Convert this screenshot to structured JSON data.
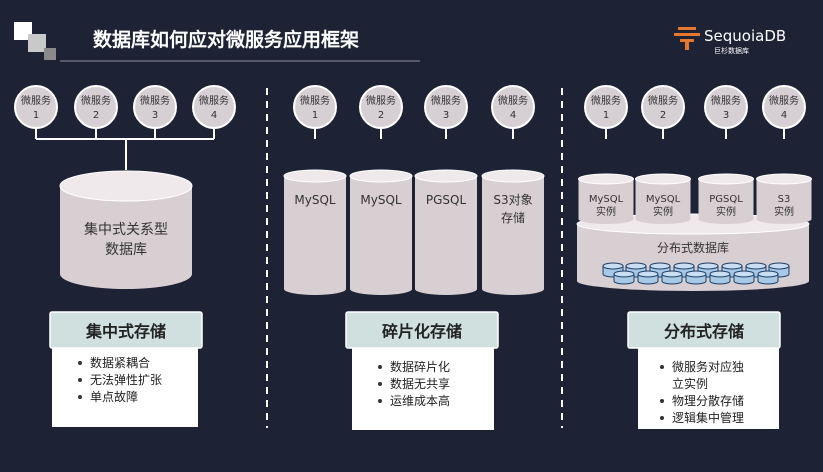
{
  "header": {
    "title": "数据库如何应对微服务应用框架",
    "brand_name": "SequoiaDB",
    "brand_sub": "巨杉数据库"
  },
  "colors": {
    "background": "#1e2235",
    "node": "#d6d0d4",
    "db_body": "#d8cfd2",
    "db_top": "#efe9eb",
    "label_box": "#cfe0df",
    "brand_orange": "#e8772e",
    "mini_disk": "#a8c8e8"
  },
  "sections": [
    {
      "services": [
        {
          "line1": "微服务",
          "line2": "1"
        },
        {
          "line1": "微服务",
          "line2": "2"
        },
        {
          "line1": "微服务",
          "line2": "3"
        },
        {
          "line1": "微服务",
          "line2": "4"
        }
      ],
      "database": {
        "line1": "集中式关系型",
        "line2": "数据库"
      },
      "label": "集中式存储",
      "bullets": [
        "数据紧耦合",
        "无法弹性扩张",
        "单点故障"
      ]
    },
    {
      "services": [
        {
          "line1": "微服务",
          "line2": "1"
        },
        {
          "line1": "微服务",
          "line2": "2"
        },
        {
          "line1": "微服务",
          "line2": "3"
        },
        {
          "line1": "微服务",
          "line2": "4"
        }
      ],
      "databases": [
        {
          "line1": "MySQL",
          "line2": ""
        },
        {
          "line1": "MySQL",
          "line2": ""
        },
        {
          "line1": "PGSQL",
          "line2": ""
        },
        {
          "line1": "S3对象",
          "line2": "存储"
        }
      ],
      "label": "碎片化存储",
      "bullets": [
        "数据碎片化",
        "数据无共享",
        "运维成本高"
      ]
    },
    {
      "services": [
        {
          "line1": "微服务",
          "line2": "1"
        },
        {
          "line1": "微服务",
          "line2": "2"
        },
        {
          "line1": "微服务",
          "line2": "3"
        },
        {
          "line1": "微服务",
          "line2": "4"
        }
      ],
      "instances": [
        {
          "line1": "MySQL",
          "line2": "实例"
        },
        {
          "line1": "MySQL",
          "line2": "实例"
        },
        {
          "line1": "PGSQL",
          "line2": "实例"
        },
        {
          "line1": "S3",
          "line2": "实例"
        }
      ],
      "database": {
        "line1": "分布式数据库"
      },
      "label": "分布式存储",
      "bullets": [
        "微服务对应独",
        "立实例",
        "物理分散存储",
        "逻辑集中管理"
      ]
    }
  ]
}
